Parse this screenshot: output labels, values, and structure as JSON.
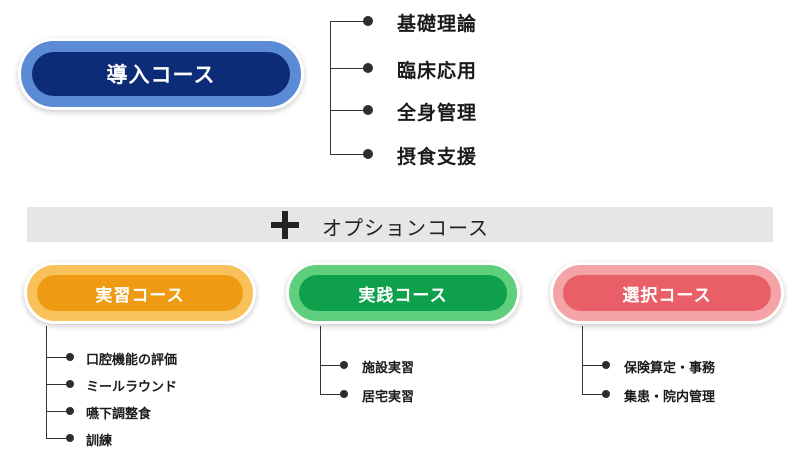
{
  "intro": {
    "label": "導入コース",
    "items": [
      "基礎理論",
      "臨床応用",
      "全身管理",
      "摂食支援"
    ]
  },
  "option_label": "オプションコース",
  "courses": [
    {
      "label": "実習コース",
      "items": [
        "口腔機能の評価",
        "ミールラウンド",
        "嚥下調整食",
        "訓練"
      ]
    },
    {
      "label": "実践コース",
      "items": [
        "施設実習",
        "居宅実習"
      ]
    },
    {
      "label": "選択コース",
      "items": [
        "保険算定・事務",
        "集患・院内管理"
      ]
    }
  ],
  "colors": {
    "intro_outer": "#5b8bd4",
    "intro_inner": "#0d2c78",
    "practice_outer": "#f8c15a",
    "practice_inner": "#ef9a13",
    "field_outer": "#5fcf7e",
    "field_inner": "#0ea04a",
    "elective_outer": "#f4a3a6",
    "elective_inner": "#e85f68",
    "band": "#e6e6e6"
  }
}
